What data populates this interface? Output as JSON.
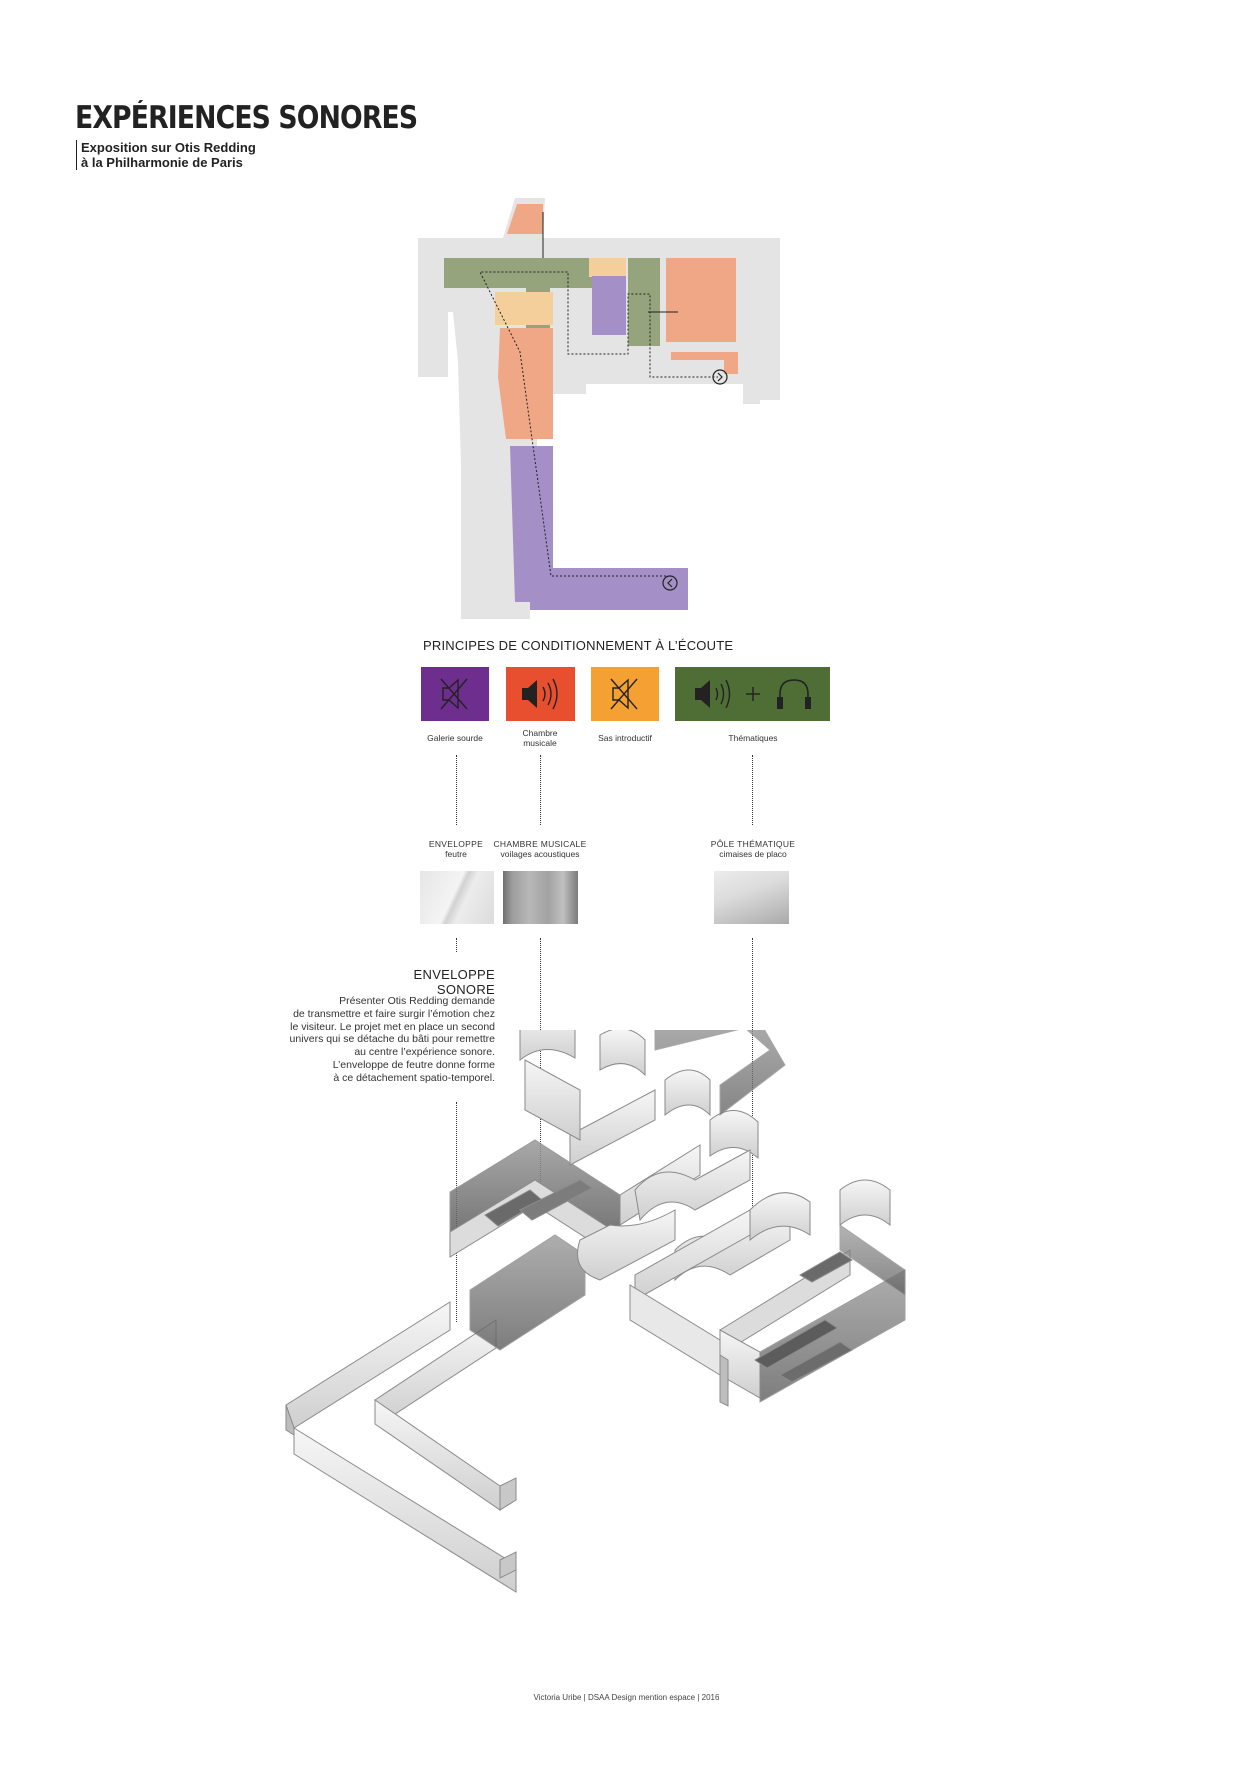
{
  "header": {
    "title": "EXPÉRIENCES SONORES",
    "subtitle_line1": "Exposition sur Otis Redding",
    "subtitle_line2": "à la Philharmonie de Paris"
  },
  "colors": {
    "purple": "#a58fc7",
    "salmon": "#efa786",
    "light_orange": "#f5cf9b",
    "green": "#95a47d",
    "grey_floor": "#e4e4e4",
    "swatch_purple": "#6d2e8e",
    "swatch_red": "#e84f2f",
    "swatch_orange": "#f5a033",
    "swatch_green": "#4f6e35"
  },
  "principles": {
    "title": "PRINCIPES DE CONDITIONNEMENT À L’ÉCOUTE",
    "categories": [
      {
        "label": "Galerie sourde",
        "icon": "muted-speaker-icon"
      },
      {
        "label_line1": "Chambre",
        "label_line2": "musicale",
        "icon": "speaker-sound-icon"
      },
      {
        "label": "Sas introductif",
        "icon": "muted-speaker-icon"
      },
      {
        "label": "Thématiques",
        "icon": "speaker-plus-headphones-icon"
      }
    ]
  },
  "materials": [
    {
      "title": "ENVELOPPE",
      "detail": "feutre"
    },
    {
      "title": "CHAMBRE MUSICALE",
      "detail": "voilages acoustiques"
    },
    {
      "title": "PÔLE THÉMATIQUE",
      "detail": "cimaises de placo"
    }
  ],
  "envelope": {
    "title": "ENVELOPPE SONORE",
    "lines": [
      "Présenter Otis Redding demande",
      "de transmettre et faire surgir l’émotion chez",
      "le visiteur.  Le projet met en place un second",
      "univers qui se détache du bâti pour remettre",
      "au centre l’expérience sonore.",
      "L’enveloppe de feutre donne forme",
      "à ce détachement spatio-temporel."
    ]
  },
  "footer": {
    "credit": "Victoria Uribe | DSAA Design mention espace | 2016"
  }
}
